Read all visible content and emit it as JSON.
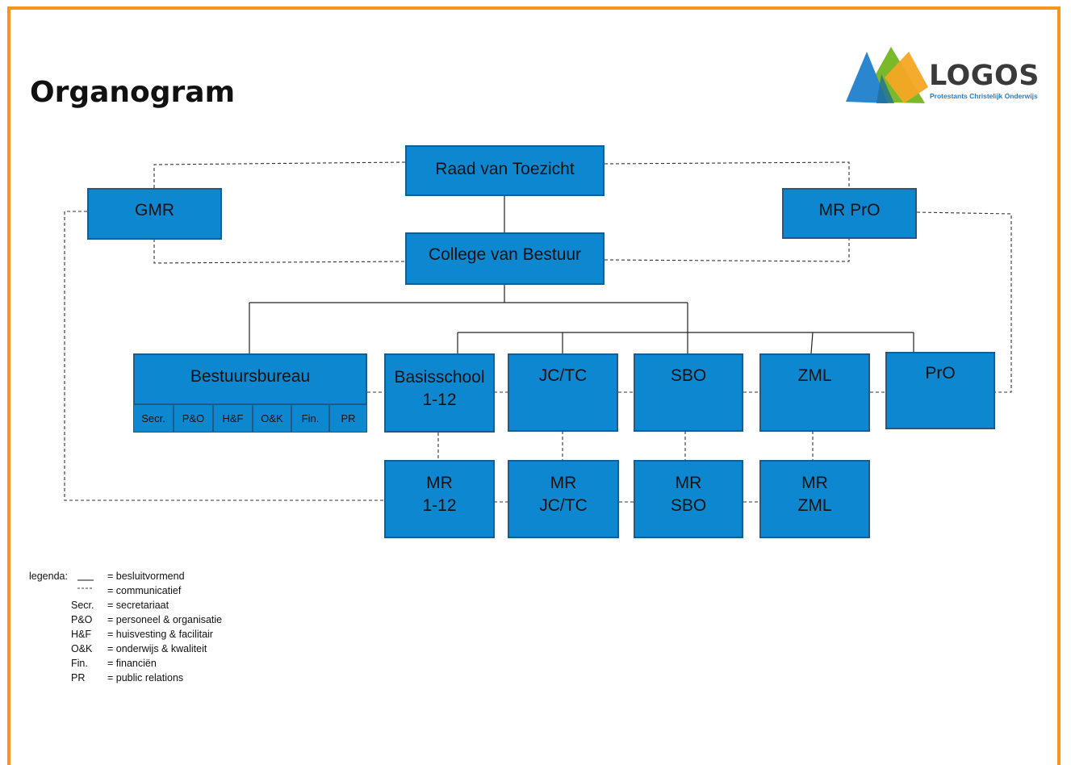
{
  "page_title": "Organogram",
  "logo": {
    "name": "LOGOS",
    "subtitle": "Protestants Christelijk Onderwijs",
    "colors": [
      "#f5a623",
      "#7ab929",
      "#2b86d0"
    ]
  },
  "colors": {
    "box_fill": "#0e87d1",
    "box_border": "#1e5b8c",
    "frame": "#f7941d"
  },
  "boxes": {
    "raad": "Raad van Toezicht",
    "gmr": "GMR",
    "mr_pro": "MR PrO",
    "college": "College van Bestuur",
    "bestuursbureau": "Bestuursbureau",
    "basisschool": [
      "Basisschool",
      "1-12"
    ],
    "jctc": "JC/TC",
    "sbo": "SBO",
    "zml": "ZML",
    "pro": "PrO",
    "mr_112": [
      "MR",
      "1-12"
    ],
    "mr_jctc": [
      "MR",
      "JC/TC"
    ],
    "mr_sbo": [
      "MR",
      "SBO"
    ],
    "mr_zml": [
      "MR",
      "ZML"
    ]
  },
  "bureau_units": [
    "Secr.",
    "P&O",
    "H&F",
    "O&K",
    "Fin.",
    "PR"
  ],
  "legend": {
    "label": "legenda:",
    "items": [
      {
        "key": "",
        "text": "= besluitvormend"
      },
      {
        "key": "",
        "text": "= communicatief"
      },
      {
        "key": "Secr.",
        "text": "= secretariaat"
      },
      {
        "key": "P&O",
        "text": "= personeel & organisatie"
      },
      {
        "key": "H&F",
        "text": "= huisvesting & facilitair"
      },
      {
        "key": "O&K",
        "text": "= onderwijs & kwaliteit"
      },
      {
        "key": "Fin.",
        "text": "= financiën"
      },
      {
        "key": "PR",
        "text": "= public relations"
      }
    ]
  }
}
